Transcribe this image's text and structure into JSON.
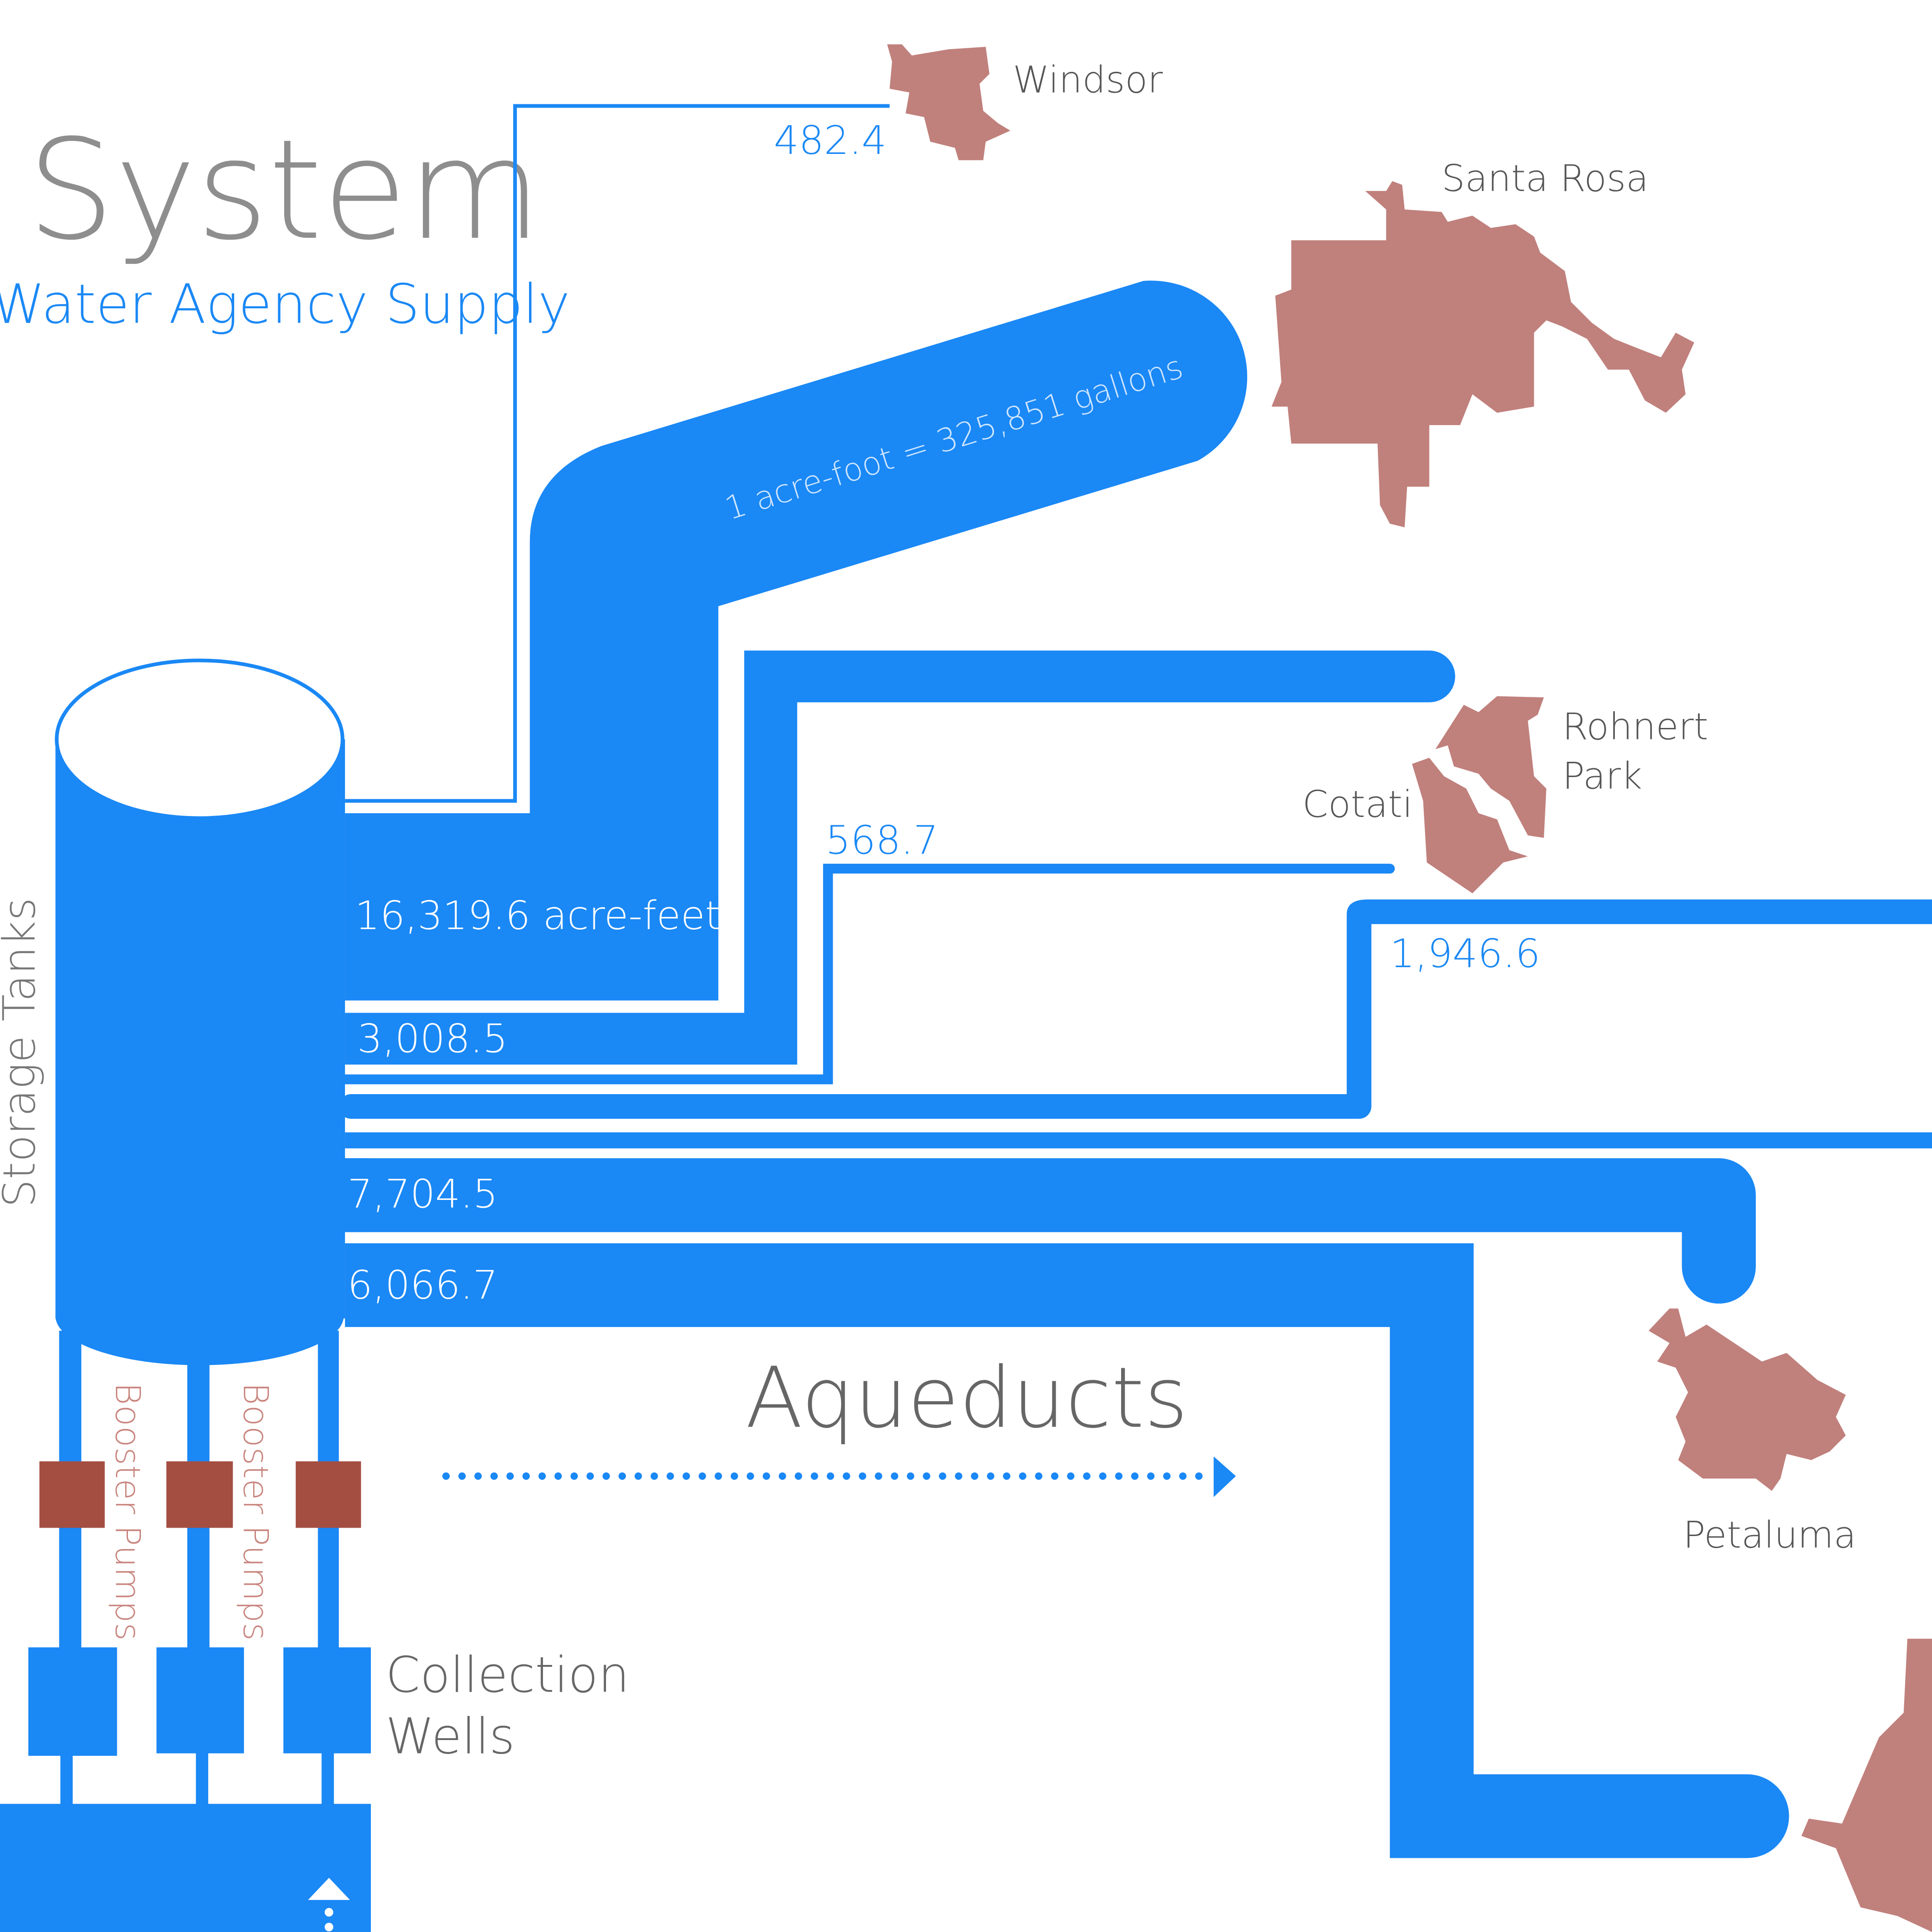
{
  "title": "System",
  "subtitle": "Water Agency Supply",
  "conversion_note": "1 acre-foot = 325,851 gallons",
  "labels": {
    "storage_tanks": "Storage Tanks",
    "booster_pumps_1": "Booster Pumps",
    "booster_pumps_2": "Booster Pumps",
    "collection_wells_line1": "Collection",
    "collection_wells_line2": "Wells",
    "aqueducts": "Aqueducts"
  },
  "cities": {
    "windsor": "Windsor",
    "santa_rosa": "Santa Rosa",
    "rohnert_park_line1": "Rohnert",
    "rohnert_park_line2": "Park",
    "cotati": "Cotati",
    "petaluma": "Petaluma"
  },
  "flows": {
    "windsor": "482.4",
    "santa_rosa": "16,319.6 acre-feet",
    "rohnert_park": "3,008.5",
    "cotati": "568.7",
    "offscreen_1": "1,946.6",
    "petaluma": "7,704.5",
    "offscreen_2": "6,066.7"
  },
  "colors": {
    "water": "#1a88f5",
    "city": "#c0807c",
    "pump": "#a44e42",
    "title": "#8e8e8e"
  }
}
